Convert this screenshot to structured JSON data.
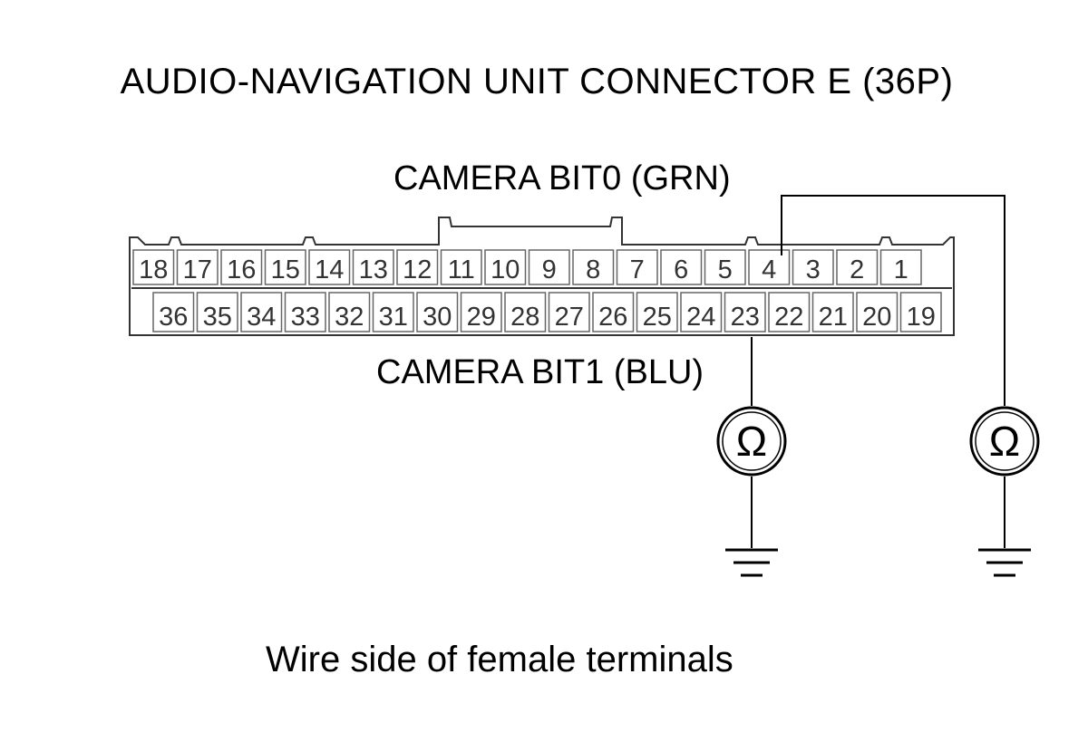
{
  "title": "AUDIO-NAVIGATION UNIT CONNECTOR E (36P)",
  "labels": {
    "bit0": "CAMERA BIT0 (GRN)",
    "bit1": "CAMERA BIT1 (BLU)"
  },
  "footer": "Wire side of female terminals",
  "connector": {
    "top_row": [
      "18",
      "17",
      "16",
      "15",
      "14",
      "13",
      "12",
      "11",
      "10",
      "9",
      "8",
      "7",
      "6",
      "5",
      "4",
      "3",
      "2",
      "1"
    ],
    "bottom_row": [
      "36",
      "35",
      "34",
      "33",
      "32",
      "31",
      "30",
      "29",
      "28",
      "27",
      "26",
      "25",
      "24",
      "23",
      "22",
      "21",
      "20",
      "19"
    ]
  },
  "meters": [
    {
      "terminal": "23",
      "symbol": "Ω",
      "to": "ground"
    },
    {
      "terminal": "4",
      "symbol": "Ω",
      "to": "ground"
    }
  ]
}
